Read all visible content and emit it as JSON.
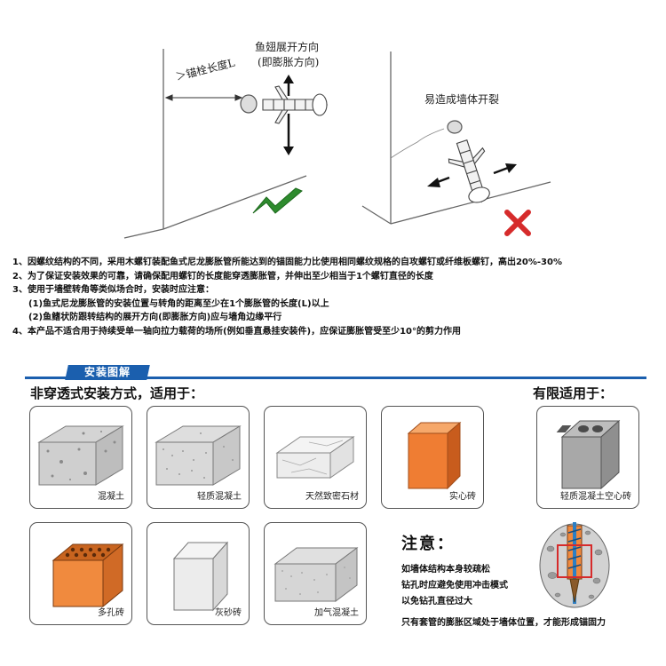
{
  "diagram": {
    "left_label_top": "鱼翅展开方向",
    "left_label_bottom": "(即膨胀方向)",
    "anchor_length_label": "＞锚栓长度L",
    "right_label": "易造成墙体开裂",
    "colors": {
      "check": "#2e8b2e",
      "cross": "#d62b2b",
      "line": "#666666"
    }
  },
  "notes": [
    "1、因螺纹结构的不同，采用木螺钉装配鱼式尼龙膨胀管所能达到的锚固能力比使用相同螺纹规格的自攻螺钉或纤维板螺钉，高出20%-30%",
    "2、为了保证安装效果的可靠，请确保配用螺钉的长度能穿透膨胀管，并伸出至少相当于1个螺钉直径的长度",
    "3、使用于墙壁转角等类似场合时，安装时应注意：",
    "(1)鱼式尼龙膨胀管的安装位置与转角的距离至少在1个膨胀管的长度(L)以上",
    "(2)鱼鳍状防跟转结构的展开方向(即膨胀方向)应与墙角边缘平行",
    "4、本产品不适合用于持续受单一轴向拉力载荷的场所(例如垂直悬挂安装件)，应保证膨胀管受至少10°的剪力作用"
  ],
  "section": {
    "banner": "安装图解",
    "left_heading": "非穿透式安装方式，适用于：",
    "right_heading": "有限适用于：",
    "accent": "#1b5fae"
  },
  "materials": {
    "concrete": "混凝土",
    "light_concrete": "轻质混凝土",
    "natural_stone": "天然致密石材",
    "solid_brick": "实心砖",
    "hollow_block": "轻质混凝土空心砖",
    "porous_brick": "多孔砖",
    "sand_lime_brick": "灰砂砖",
    "aerated_concrete": "加气混凝土"
  },
  "attention": {
    "title": "注意：",
    "lines": [
      "如墙体结构本身较疏松",
      "钻孔时应避免使用冲击模式",
      "以免钻孔直径过大"
    ],
    "footer": "只有套管的膨胀区域处于墙体位置，才能形成锚固力"
  }
}
